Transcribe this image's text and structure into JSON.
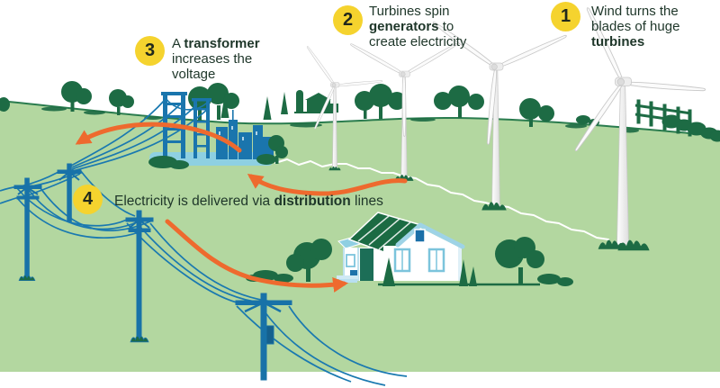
{
  "steps": [
    {
      "number": "1",
      "l1": "Wind turns the",
      "l2": "blades of huge",
      "l3": "turbines"
    },
    {
      "number": "2",
      "l1": "Turbines spin",
      "l2_bold": "generators",
      "l2_rest": " to",
      "l3": "create electricity"
    },
    {
      "number": "3",
      "l1_pre": "A ",
      "l1_bold": "transformer",
      "l2": "increases the",
      "l3": "voltage"
    },
    {
      "number": "4",
      "pre": "Electricity is delivered via ",
      "bold": "distribution",
      "post": " lines"
    }
  ],
  "colors": {
    "field_green": "#b3d7a0",
    "dark_green": "#1d6b44",
    "silhouette_blue": "#1a75ad",
    "light_blue": "#8ed0e2",
    "wire_blue": "#1a79b0",
    "arrow_orange": "#ee6a2e",
    "badge_yellow": "#f5d32e",
    "text_dark": "#1e3629",
    "turbine_white": "#f7f7f7",
    "cable_white": "#ffffff",
    "sky_white": "#ffffff"
  }
}
